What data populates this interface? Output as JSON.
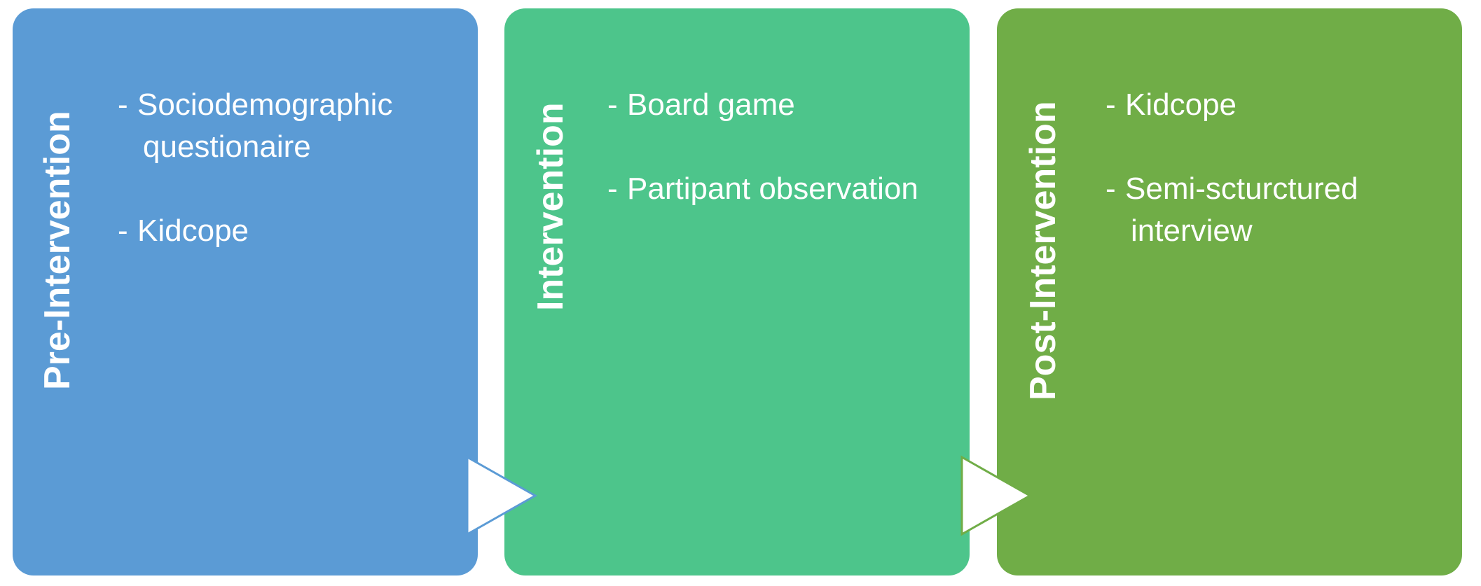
{
  "stages": [
    {
      "title": "Pre-Intervention",
      "color": "#5b9bd5",
      "items": [
        {
          "line1": "Sociodemographic",
          "line2": "questionaire"
        },
        {
          "line1": "Kidcope",
          "line2": ""
        }
      ]
    },
    {
      "title": "Intervention",
      "color": "#4dc58b",
      "items": [
        {
          "line1": "Board game",
          "line2": ""
        },
        {
          "line1": "Partipant observation",
          "line2": ""
        }
      ]
    },
    {
      "title": "Post-Intervention",
      "color": "#70ad47",
      "items": [
        {
          "line1": "Kidcope",
          "line2": ""
        },
        {
          "line1": "Semi-scturctured",
          "line2": "interview"
        }
      ]
    }
  ],
  "arrows": [
    {
      "icon": "right-triangle-arrow-icon",
      "fill": "#ffffff",
      "stroke": "#5b9bd5"
    },
    {
      "icon": "right-triangle-arrow-icon",
      "fill": "#ffffff",
      "stroke": "#70ad47"
    }
  ]
}
